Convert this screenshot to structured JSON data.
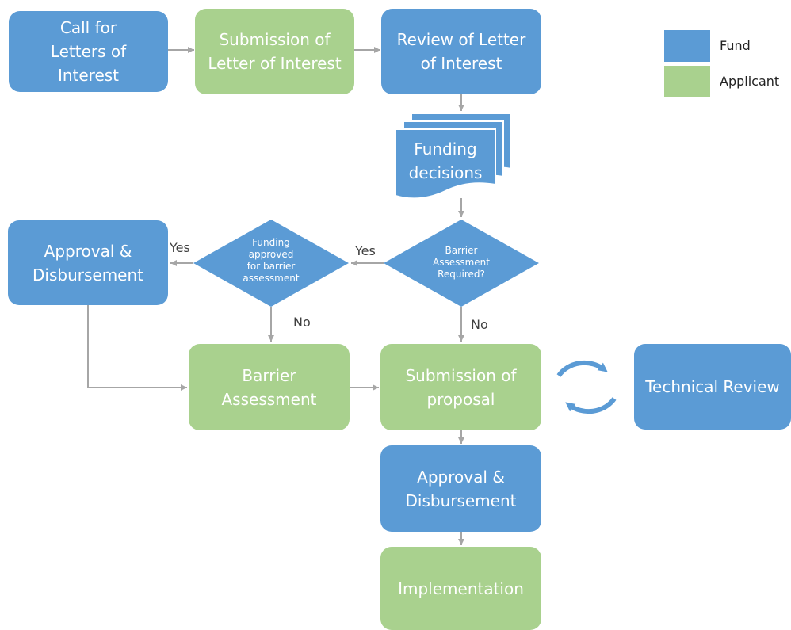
{
  "colors": {
    "fund": "#5b9bd5",
    "applicant": "#a9d18e",
    "connector": "#a6a6a6"
  },
  "legend": {
    "fund": "Fund",
    "applicant": "Applicant"
  },
  "nodes": {
    "call_for_letters": "Call for\nLetters of\nInterest",
    "submission_loi": "Submission of\nLetter of Interest",
    "review_loi": "Review of Letter\nof Interest",
    "funding_decisions": "Funding\ndecisions",
    "barrier_required": "Barrier\nAssessment\nRequired?",
    "funding_approved": "Funding\napproved\nfor barrier\nassessment",
    "approval_left": "Approval &\nDisbursement",
    "barrier_assessment": "Barrier\nAssessment",
    "submission_proposal": "Submission of\nproposal",
    "technical_review": "Technical Review",
    "approval_center": "Approval &\nDisbursement",
    "implementation": "Implementation"
  },
  "edges": {
    "yes1": "Yes",
    "yes2": "Yes",
    "no1": "No",
    "no2": "No"
  }
}
